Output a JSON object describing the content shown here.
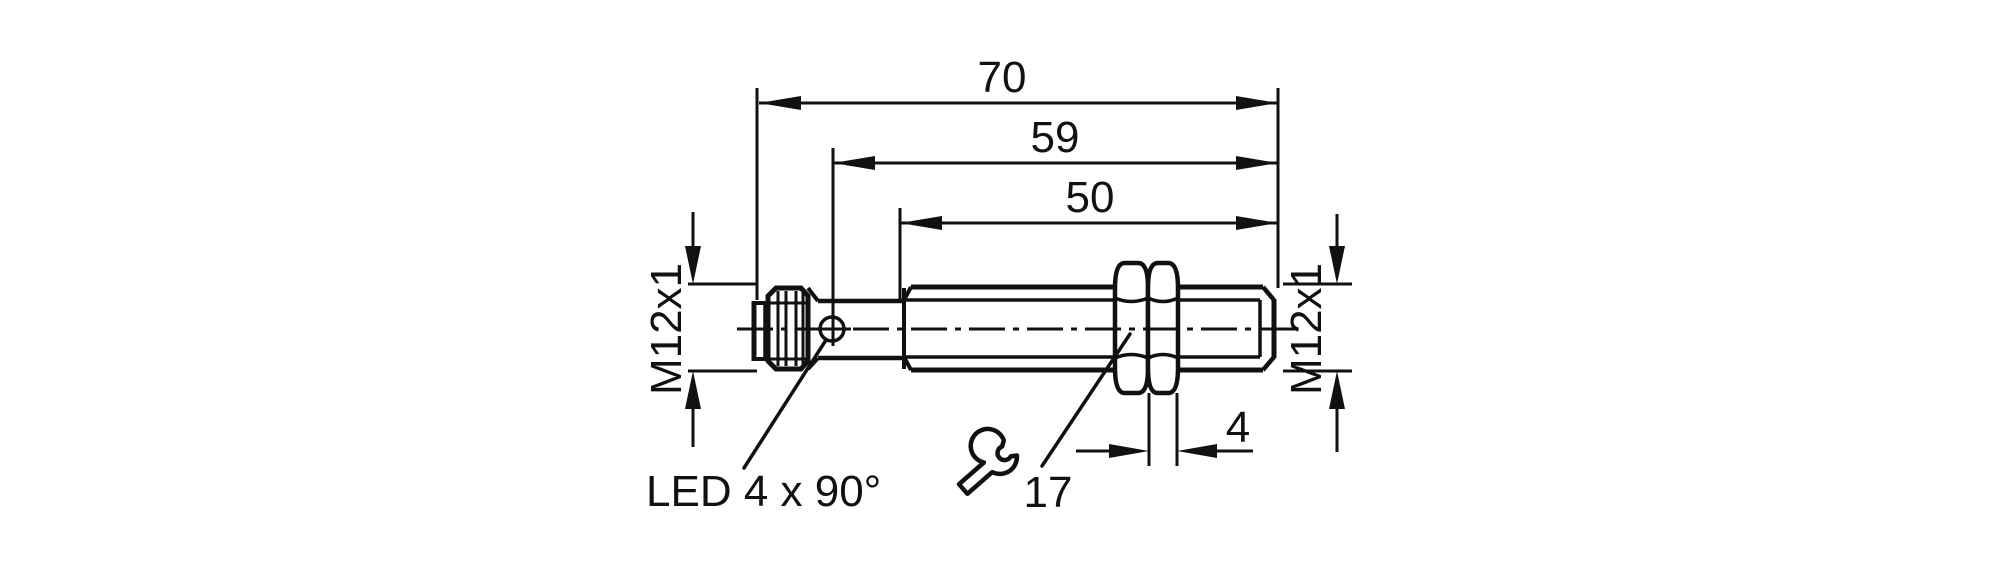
{
  "page": {
    "background": "#ffffff"
  },
  "drawing": {
    "kind": "sensor dimensional drawing",
    "line_color": "#111111",
    "dimensions": {
      "overall_length": "70",
      "led_position": "59",
      "threaded_length": "50",
      "nut_width": "4",
      "wrench_size": "17",
      "connector_thread": "M12x1",
      "barrel_thread": "M12x1"
    },
    "labels": {
      "led": "LED 4 x 90°"
    },
    "icons": {
      "wrench": "wrench-icon"
    }
  }
}
